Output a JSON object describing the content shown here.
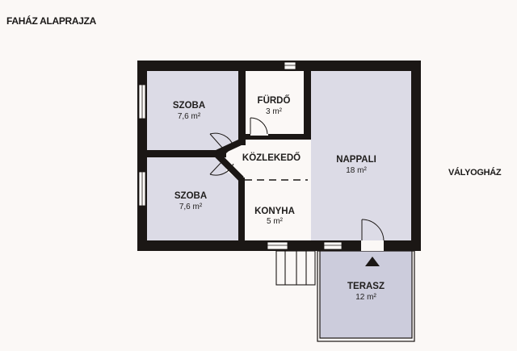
{
  "title": "FAHÁZ ALAPRAJZA",
  "side_label": "VÁLYOGHÁZ",
  "colors": {
    "background": "#fbf8f6",
    "wall": "#1b1715",
    "room_fill_gray": "#dcdbe6",
    "room_fill_white": "#fbf8f6",
    "terrace_fill": "#ccccdc"
  },
  "rooms": [
    {
      "id": "szoba-1",
      "name": "SZOBA",
      "area": "7,6 m²"
    },
    {
      "id": "furdo",
      "name": "FÜRDŐ",
      "area": "3 m²"
    },
    {
      "id": "kozlekedo",
      "name": "KÖZLEKEDŐ",
      "area": ""
    },
    {
      "id": "nappali",
      "name": "NAPPALI",
      "area": "18 m²"
    },
    {
      "id": "szoba-2",
      "name": "SZOBA",
      "area": "7,6 m²"
    },
    {
      "id": "konyha",
      "name": "KONYHA",
      "area": "5 m²"
    },
    {
      "id": "terasz",
      "name": "TERASZ",
      "area": "12 m²"
    }
  ]
}
